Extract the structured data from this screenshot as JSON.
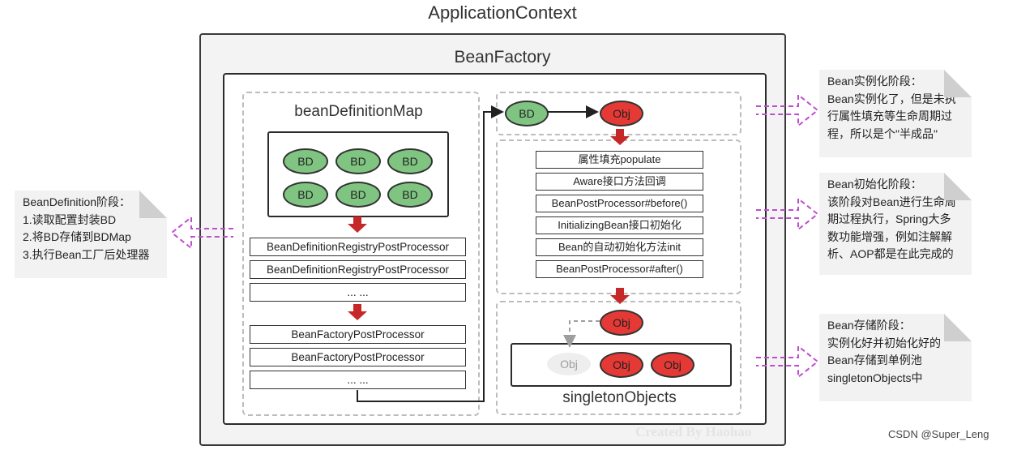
{
  "title": "ApplicationContext",
  "bean_factory": {
    "title": "BeanFactory",
    "bean_definition_map": {
      "title": "beanDefinitionMap",
      "bd_nodes": [
        "BD",
        "BD",
        "BD",
        "BD",
        "BD",
        "BD"
      ],
      "registry_processors": [
        "BeanDefinitionRegistryPostProcessor",
        "BeanDefinitionRegistryPostProcessor",
        "...  ..."
      ],
      "factory_processors": [
        "BeanFactoryPostProcessor",
        "BeanFactoryPostProcessor",
        "...  ..."
      ]
    },
    "instantiation": {
      "from": "BD",
      "to": "Obj"
    },
    "init_steps": [
      "属性填充populate",
      "Aware接口方法回调",
      "BeanPostProcessor#before()",
      "InitializingBean接口初始化",
      "Bean的自动初始化方法init",
      "BeanPostProcessor#after()"
    ],
    "singleton": {
      "top_obj": "Obj",
      "objects": [
        "Obj",
        "Obj",
        "Obj"
      ],
      "title": "singletonObjects"
    }
  },
  "notes": {
    "bean_definition": [
      "BeanDefinition阶段：",
      "1.读取配置封装BD",
      "2.将BD存储到BDMap",
      "3.执行Bean工厂后处理器"
    ],
    "instantiation": [
      "Bean实例化阶段：",
      "Bean实例化了，但是未执",
      "行属性填充等生命周期过",
      "程，所以是个\"半成品\""
    ],
    "initialization": [
      "Bean初始化阶段：",
      "该阶段对Bean进行生命周",
      "期过程执行，Spring大多",
      "数功能增强，例如注解解",
      "析、AOP都是在此完成的"
    ],
    "storage": [
      "Bean存储阶段：",
      "实例化好并初始化好的",
      "Bean存储到单例池",
      "singletonObjects中"
    ]
  },
  "watermark": "Created By Haohao",
  "credit": "CSDN @Super_Leng",
  "colors": {
    "bd_green": "#7fc581",
    "obj_red": "#e53935",
    "arrow_red": "#c62828",
    "callout_purple": "#c04dd0"
  }
}
